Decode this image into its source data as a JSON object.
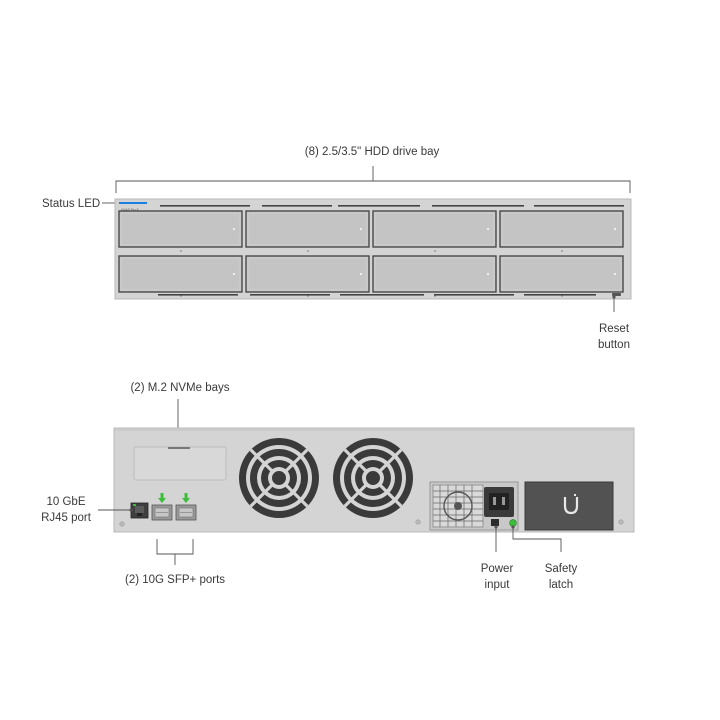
{
  "callouts": {
    "hdd_bays": "(8) 2.5/3.5\" HDD drive bay",
    "status_led": "Status LED",
    "reset_line1": "Reset",
    "reset_line2": "button",
    "nvme_bays": "(2) M.2 NVMe bays",
    "rj45_line1": "10 GbE",
    "rj45_line2": "RJ45 port",
    "sfp_ports": "(2) 10G SFP+ ports",
    "power_line1": "Power",
    "power_line2": "input",
    "latch_line1": "Safety",
    "latch_line2": "latch"
  },
  "device": {
    "front_brand": "UNAS Pro 8",
    "drive_bay_count": 8,
    "fan_count": 2,
    "sfp_count": 2,
    "colors": {
      "chassis": "#d4d4d4",
      "bay_face": "#c4c4c4",
      "bay_edge": "#4a4a4a",
      "led_blue": "#1a7fe0",
      "psu_dark": "#3a3a3a",
      "sfp_green": "#3bbf3b"
    },
    "icons": [
      "ubiquiti-logo-icon",
      "fan-grille-icon",
      "power-socket-icon"
    ]
  }
}
